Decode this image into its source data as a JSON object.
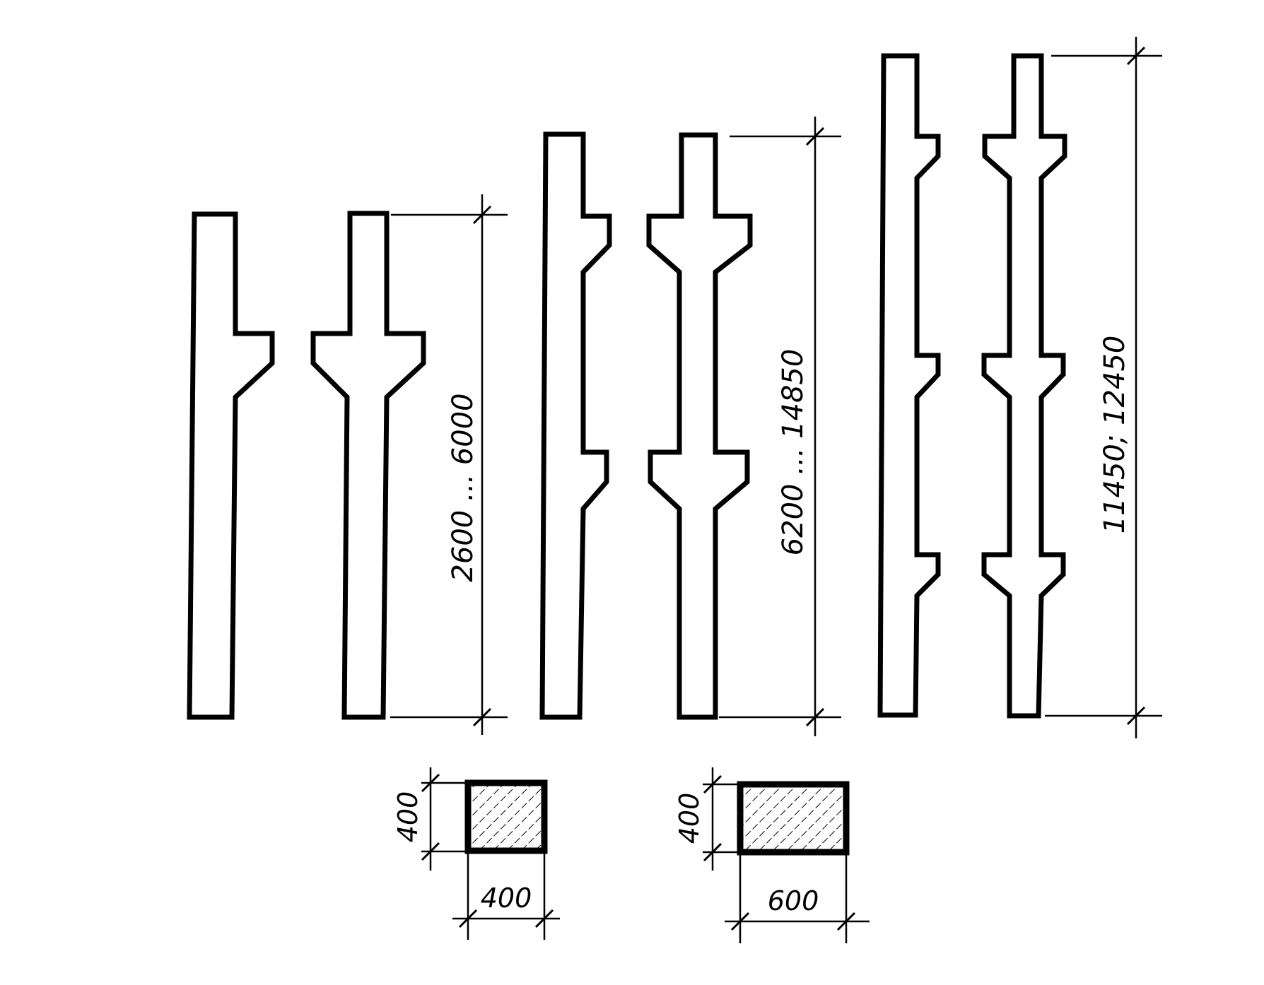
{
  "dimensions": {
    "height_group1": "2600 ... 6000",
    "height_group2": "6200 ... 14850",
    "height_group3": "11450; 12450"
  },
  "sections": [
    {
      "height": "400",
      "width": "400"
    },
    {
      "height": "400",
      "width": "600"
    }
  ]
}
